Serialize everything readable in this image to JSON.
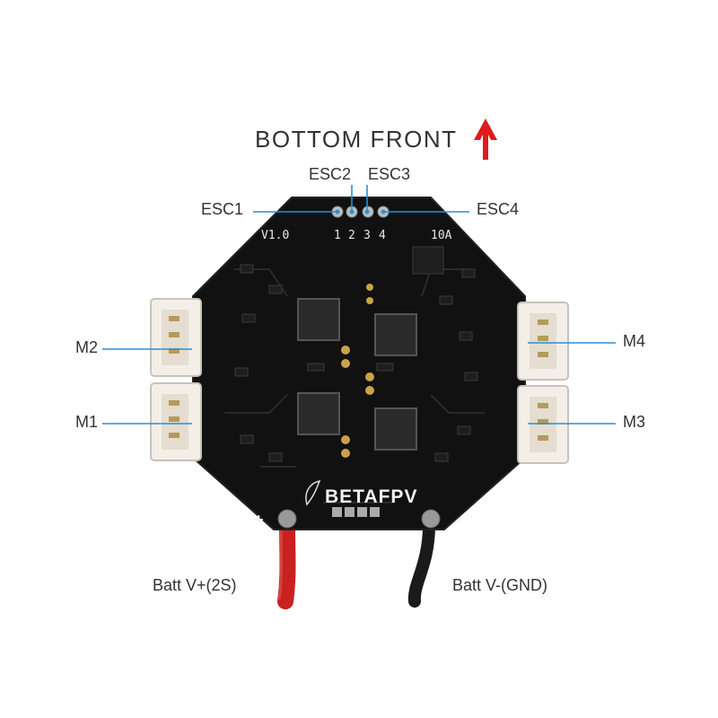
{
  "title": "BOTTOM  FRONT",
  "labels": {
    "esc1": "ESC1",
    "esc2": "ESC2",
    "esc3": "ESC3",
    "esc4": "ESC4",
    "m1": "M1",
    "m2": "M2",
    "m3": "M3",
    "m4": "M4",
    "batt_pos": "Batt V+(2S)",
    "batt_neg": "Batt V-(GND)"
  },
  "board": {
    "version": "V1.0",
    "current": "10A",
    "pad_numbers": [
      "1",
      "2",
      "3",
      "4"
    ],
    "brand": "BETAFPV",
    "plus": "+",
    "minus": "-"
  },
  "colors": {
    "arrow": "#e01b1b",
    "leader": "#2a8fd0",
    "board": "#111111",
    "red_wire": "#c8211f",
    "black_wire": "#1a1a1a"
  },
  "icons": {
    "front_arrow": "arrow-up-icon",
    "logo": "betafpv-logo-icon"
  }
}
